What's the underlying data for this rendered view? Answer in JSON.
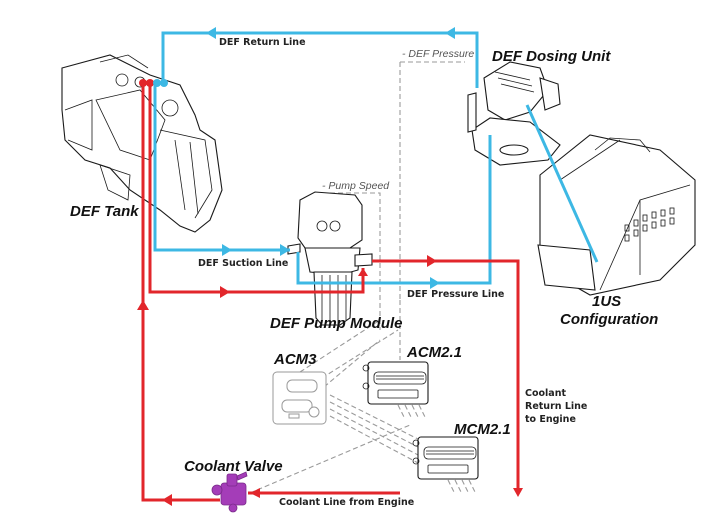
{
  "title": "DEF System Coolant and DEF Line Routing",
  "colors": {
    "def_line": "#3db8e4",
    "coolant_line": "#e2262b",
    "signal_dash": "#9a9a9a",
    "coolant_valve": "#a43db8"
  },
  "components": {
    "def_tank": "DEF Tank",
    "def_dosing_unit": "DEF Dosing Unit",
    "def_pump_module": "DEF Pump Module",
    "configuration_line1": "1US",
    "configuration_line2": "Configuration",
    "acm3": "ACM3",
    "acm21": "ACM2.1",
    "mcm21": "MCM2.1",
    "coolant_valve": "Coolant Valve"
  },
  "lines": {
    "def_return": "DEF Return Line",
    "def_suction": "DEF Suction Line",
    "def_pressure": "DEF Pressure Line",
    "coolant_from_engine": "Coolant Line from Engine",
    "coolant_return_1": "Coolant",
    "coolant_return_2": "Return Line",
    "coolant_return_3": "to Engine"
  },
  "signals": {
    "def_pressure": "- DEF Pressure",
    "pump_speed": "- Pump Speed"
  }
}
